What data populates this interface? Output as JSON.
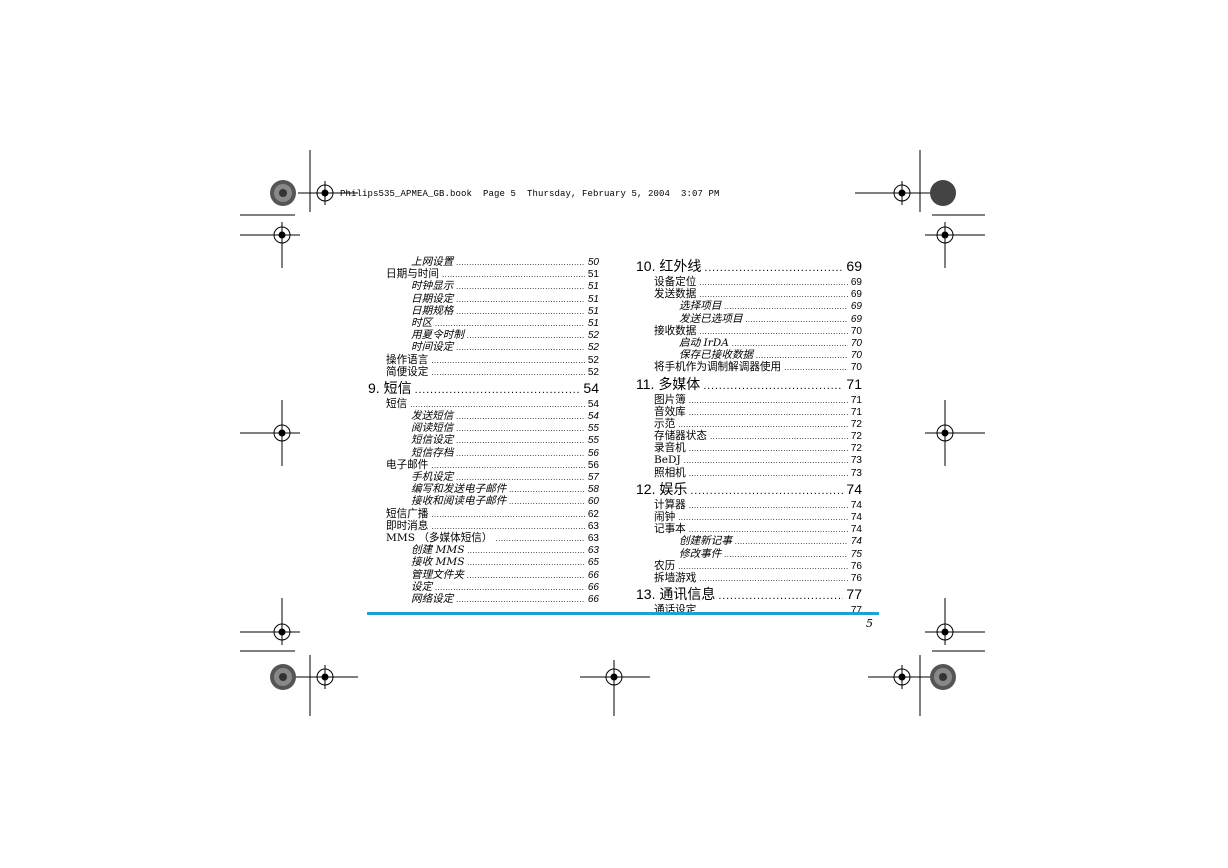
{
  "header": {
    "text": "Philips535_APMEA_GB.book  Page 5  Thursday, February 5, 2004  3:07 PM"
  },
  "left_column": [
    {
      "level": 2,
      "label": "上网设置",
      "page": "50"
    },
    {
      "level": 1,
      "label": "日期与时间",
      "page": "51"
    },
    {
      "level": 2,
      "label": "时钟显示",
      "page": "51"
    },
    {
      "level": 2,
      "label": "日期设定",
      "page": "51"
    },
    {
      "level": 2,
      "label": "日期规格",
      "page": "51"
    },
    {
      "level": 2,
      "label": "时区",
      "page": "51"
    },
    {
      "level": 2,
      "label": "用夏令时制",
      "page": "52"
    },
    {
      "level": 2,
      "label": "时间设定",
      "page": "52"
    },
    {
      "level": 1,
      "label": "操作语言",
      "page": "52"
    },
    {
      "level": 1,
      "label": "简便设定",
      "page": "52"
    },
    {
      "level": 0,
      "label": "9. 短信",
      "page": "54"
    },
    {
      "level": 1,
      "label": "短信",
      "page": "54"
    },
    {
      "level": 2,
      "label": "发送短信",
      "page": "54"
    },
    {
      "level": 2,
      "label": "阅读短信",
      "page": "55"
    },
    {
      "level": 2,
      "label": "短信设定",
      "page": "55"
    },
    {
      "level": 2,
      "label": "短信存档",
      "page": "56"
    },
    {
      "level": 1,
      "label": "电子邮件",
      "page": "56"
    },
    {
      "level": 2,
      "label": "手机设定",
      "page": "57"
    },
    {
      "level": 2,
      "label": "编写和发送电子邮件",
      "page": "58"
    },
    {
      "level": 2,
      "label": "接收和阅读电子邮件",
      "page": "60"
    },
    {
      "level": 1,
      "label": "短信广播",
      "page": "62"
    },
    {
      "level": 1,
      "label": "即时消息",
      "page": "63"
    },
    {
      "level": 1,
      "label": "MMS （多媒体短信）",
      "page": "63"
    },
    {
      "level": 2,
      "label": "创建 MMS",
      "page": "63"
    },
    {
      "level": 2,
      "label": "接收 MMS",
      "page": "65"
    },
    {
      "level": 2,
      "label": "管理文件夹",
      "page": "66"
    },
    {
      "level": 2,
      "label": "设定",
      "page": "66"
    },
    {
      "level": 2,
      "label": "网络设定",
      "page": "66"
    }
  ],
  "right_column": [
    {
      "level": 0,
      "label": "10. 红外线",
      "page": "69"
    },
    {
      "level": 1,
      "label": "设备定位",
      "page": "69"
    },
    {
      "level": 1,
      "label": "发送数据",
      "page": "69"
    },
    {
      "level": 2,
      "label": "选择项目",
      "page": "69"
    },
    {
      "level": 2,
      "label": "发送已选项目",
      "page": "69"
    },
    {
      "level": 1,
      "label": "接收数据",
      "page": "70"
    },
    {
      "level": 2,
      "label": "启动 IrDA",
      "page": "70"
    },
    {
      "level": 2,
      "label": "保存已接收数据",
      "page": "70"
    },
    {
      "level": 1,
      "label": "将手机作为调制解调器使用",
      "page": "70"
    },
    {
      "level": 0,
      "label": "11. 多媒体",
      "page": "71"
    },
    {
      "level": 1,
      "label": "图片簿",
      "page": "71"
    },
    {
      "level": 1,
      "label": "音效库",
      "page": "71"
    },
    {
      "level": 1,
      "label": "示范",
      "page": "72"
    },
    {
      "level": 1,
      "label": "存储器状态",
      "page": "72"
    },
    {
      "level": 1,
      "label": "录音机",
      "page": "72"
    },
    {
      "level": 1,
      "label": "BeDJ",
      "page": "73"
    },
    {
      "level": 1,
      "label": "照相机",
      "page": "73"
    },
    {
      "level": 0,
      "label": "12. 娱乐",
      "page": "74"
    },
    {
      "level": 1,
      "label": "计算器",
      "page": "74"
    },
    {
      "level": 1,
      "label": "闹钟",
      "page": "74"
    },
    {
      "level": 1,
      "label": "记事本",
      "page": "74"
    },
    {
      "level": 2,
      "label": "创建新记事",
      "page": "74"
    },
    {
      "level": 2,
      "label": "修改事件",
      "page": "75"
    },
    {
      "level": 1,
      "label": "农历",
      "page": "76"
    },
    {
      "level": 1,
      "label": "拆墙游戏",
      "page": "76"
    },
    {
      "level": 0,
      "label": "13. 通讯信息",
      "page": "77"
    },
    {
      "level": 1,
      "label": "通话设定",
      "page": "77"
    }
  ],
  "footer": {
    "page_number": "5",
    "rule_color": "#1ea0d6"
  }
}
